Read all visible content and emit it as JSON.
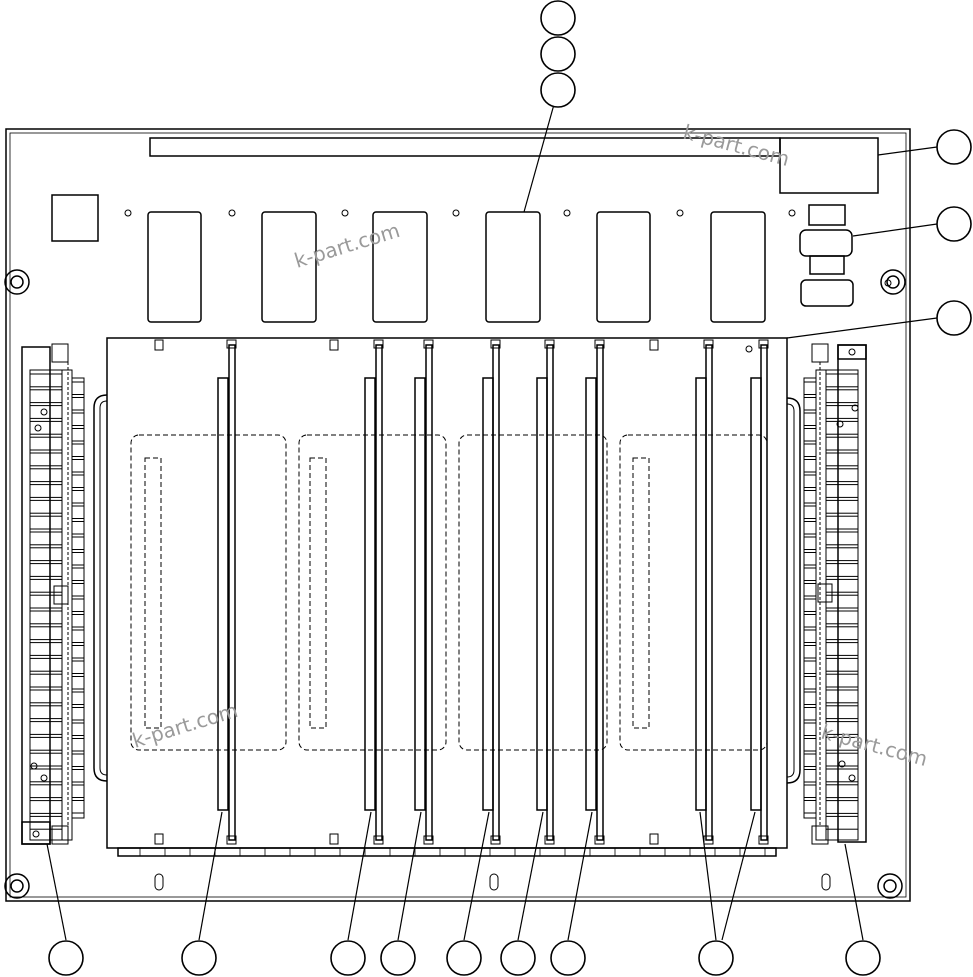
{
  "diagram": {
    "title": "",
    "watermark_text": "k-part.com",
    "callouts": [
      {
        "id": "callout-top-1",
        "label": ""
      },
      {
        "id": "callout-top-2",
        "label": ""
      },
      {
        "id": "callout-top-3",
        "label": ""
      },
      {
        "id": "callout-right-1",
        "label": ""
      },
      {
        "id": "callout-right-2",
        "label": ""
      },
      {
        "id": "callout-right-3",
        "label": ""
      },
      {
        "id": "callout-bottom-1",
        "label": ""
      },
      {
        "id": "callout-bottom-2",
        "label": ""
      },
      {
        "id": "callout-bottom-3",
        "label": ""
      },
      {
        "id": "callout-bottom-4",
        "label": ""
      },
      {
        "id": "callout-bottom-5",
        "label": ""
      },
      {
        "id": "callout-bottom-6",
        "label": ""
      },
      {
        "id": "callout-bottom-7",
        "label": ""
      },
      {
        "id": "callout-bottom-8",
        "label": ""
      },
      {
        "id": "callout-bottom-9",
        "label": ""
      }
    ],
    "colors": {
      "line": "#000000",
      "background": "#ffffff",
      "watermark": "#9a9a9a"
    }
  }
}
